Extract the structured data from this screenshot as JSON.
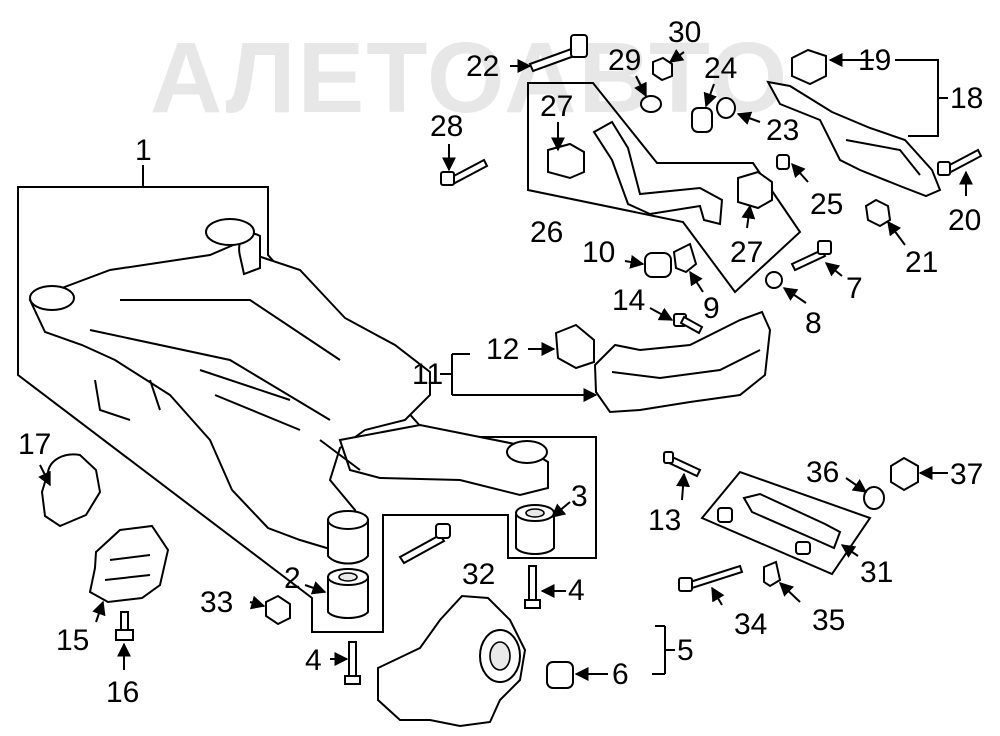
{
  "watermark": "АЛЕТОАВТО",
  "callouts": {
    "c1": "1",
    "c2": "2",
    "c3": "3",
    "c4a": "4",
    "c4b": "4",
    "c5": "5",
    "c6": "6",
    "c7": "7",
    "c8": "8",
    "c9": "9",
    "c10": "10",
    "c11": "11",
    "c12": "12",
    "c13": "13",
    "c14": "14",
    "c15": "15",
    "c16": "16",
    "c17": "17",
    "c18": "18",
    "c19": "19",
    "c20": "20",
    "c21": "21",
    "c22": "22",
    "c23": "23",
    "c24": "24",
    "c25": "25",
    "c26": "26",
    "c27a": "27",
    "c27b": "27",
    "c28": "28",
    "c29": "29",
    "c30": "30",
    "c31": "31",
    "c32": "32",
    "c33": "33",
    "c34": "34",
    "c35": "35",
    "c36": "36",
    "c37": "37"
  }
}
